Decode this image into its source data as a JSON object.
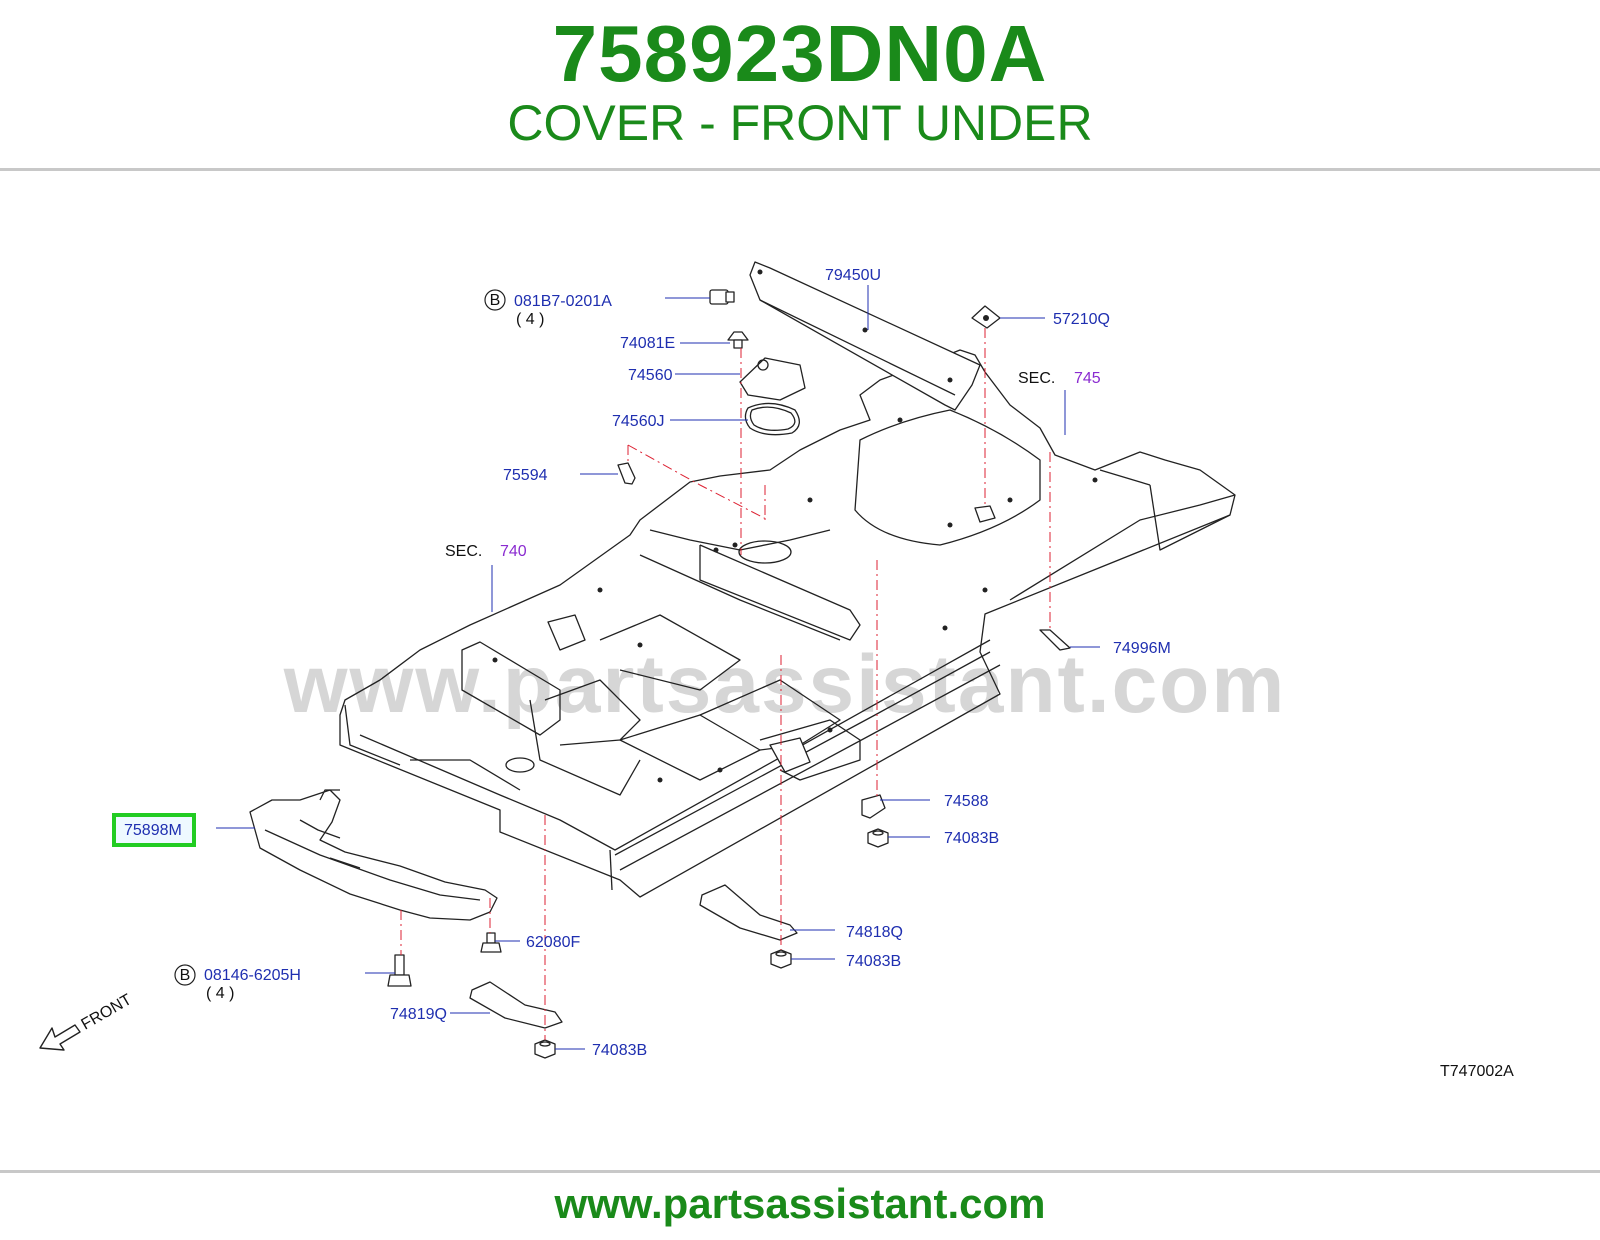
{
  "header": {
    "part_number": "758923DN0A",
    "description": "COVER - FRONT UNDER"
  },
  "diagram": {
    "watermark": "www.partsassistant.com",
    "code": "T747002A",
    "front_arrow_label": "FRONT",
    "sections": {
      "sec_prefix": "SEC.",
      "sec_745": "745",
      "sec_740": "740"
    },
    "callouts": {
      "c_79450U": "79450U",
      "c_081B7": "081B7-0201A",
      "c_081B7_b": "B",
      "c_081B7_qty": "(   4   )",
      "c_57210Q": "57210Q",
      "c_74081E": "74081E",
      "c_74560": "74560",
      "c_74560J": "74560J",
      "c_75594": "75594",
      "c_74996M": "74996M",
      "c_75898M": "75898M",
      "c_74588": "74588",
      "c_74083B_1": "74083B",
      "c_74818Q": "74818Q",
      "c_74083B_2": "74083B",
      "c_62080F": "62080F",
      "c_08146": "08146-6205H",
      "c_08146_b": "B",
      "c_08146_qty": "(   4   )",
      "c_74819Q": "74819Q",
      "c_74083B_3": "74083B"
    },
    "highlight_color": "#22cc22"
  },
  "footer": {
    "url": "www.partsassistant.com"
  }
}
